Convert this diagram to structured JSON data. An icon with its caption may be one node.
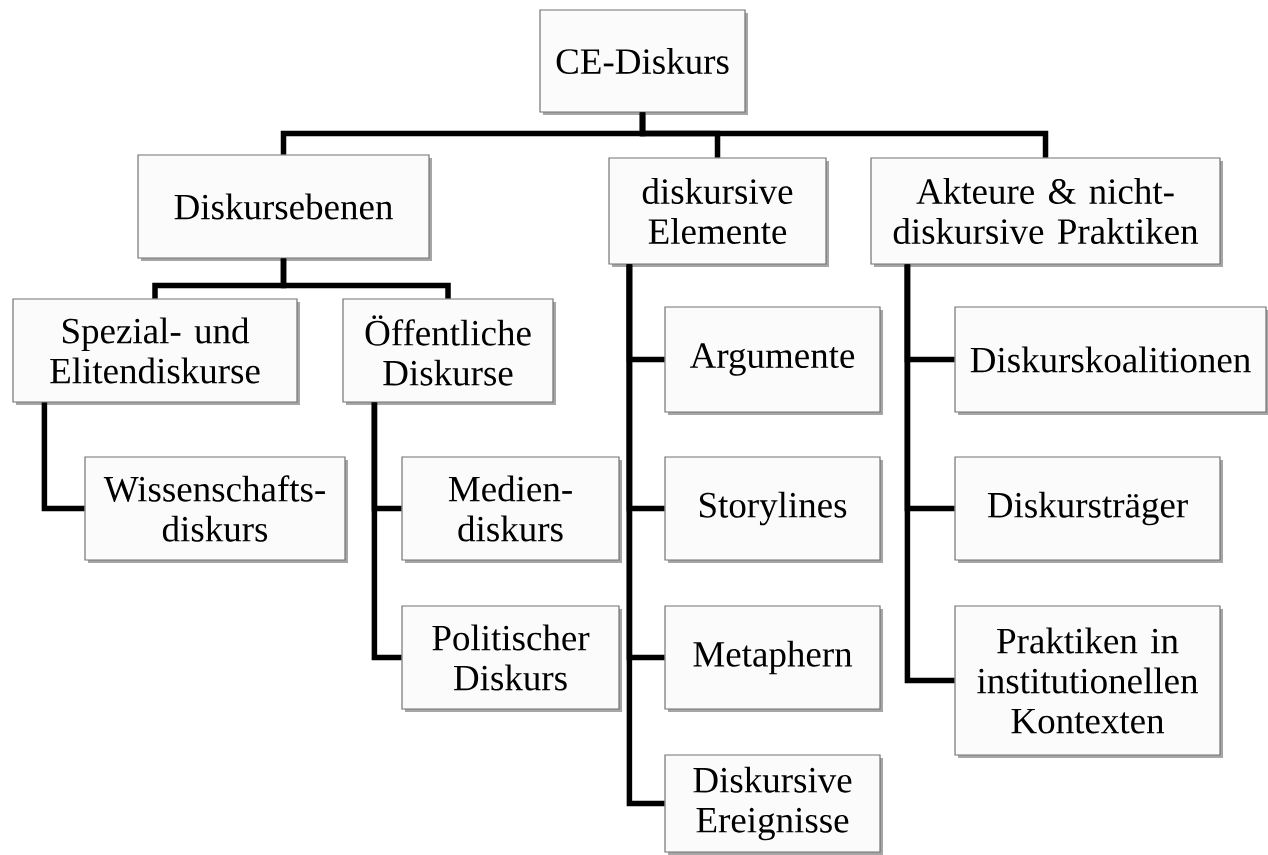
{
  "diagram": {
    "nodes": [
      {
        "text": [
          "CE-Diskurs"
        ]
      },
      {
        "text": [
          "Diskursebenen"
        ]
      },
      {
        "text": [
          "diskursive Elemente"
        ]
      },
      {
        "text": [
          "Akteure & nicht- diskursive Praktiken"
        ]
      },
      {
        "text": [
          "Spezial- und Elitendiskurse"
        ]
      },
      {
        "text": [
          "Öffentliche Diskurse"
        ]
      },
      {
        "text": [
          "Wissenschafts- diskurs"
        ]
      },
      {
        "text": [
          "Medien- diskurs"
        ]
      },
      {
        "text": [
          "Politischer Diskurs"
        ]
      },
      {
        "text": [
          "Argumente"
        ]
      },
      {
        "text": [
          "Storylines"
        ]
      },
      {
        "text": [
          "Metaphern"
        ]
      },
      {
        "text": [
          "Diskursive Ereignisse"
        ]
      },
      {
        "text": [
          "Diskurskoalitionen"
        ]
      },
      {
        "text": [
          "Diskursträger"
        ]
      },
      {
        "text": [
          "Praktiken in institutionellen Kontexten"
        ]
      }
    ],
    "edges": [
      {
        "from": 0,
        "to": 1,
        "arrow": "none"
      },
      {
        "from": 0,
        "to": 2,
        "arrow": "none"
      },
      {
        "from": 0,
        "to": 3,
        "arrow": "none"
      },
      {
        "from": 1,
        "to": 4,
        "arrow": "none"
      },
      {
        "from": 1,
        "to": 5,
        "arrow": "none"
      },
      {
        "from": 4,
        "to": 6,
        "arrow": "none"
      },
      {
        "from": 5,
        "to": 7,
        "arrow": "none"
      },
      {
        "from": 5,
        "to": 8,
        "arrow": "none"
      },
      {
        "from": 2,
        "to": 9,
        "arrow": "none"
      },
      {
        "from": 2,
        "to": 10,
        "arrow": "none"
      },
      {
        "from": 2,
        "to": 11,
        "arrow": "none"
      },
      {
        "from": 2,
        "to": 12,
        "arrow": "none"
      },
      {
        "from": 3,
        "to": 13,
        "arrow": "none"
      },
      {
        "from": 3,
        "to": 14,
        "arrow": "none"
      },
      {
        "from": 3,
        "to": 15,
        "arrow": "none"
      }
    ]
  }
}
